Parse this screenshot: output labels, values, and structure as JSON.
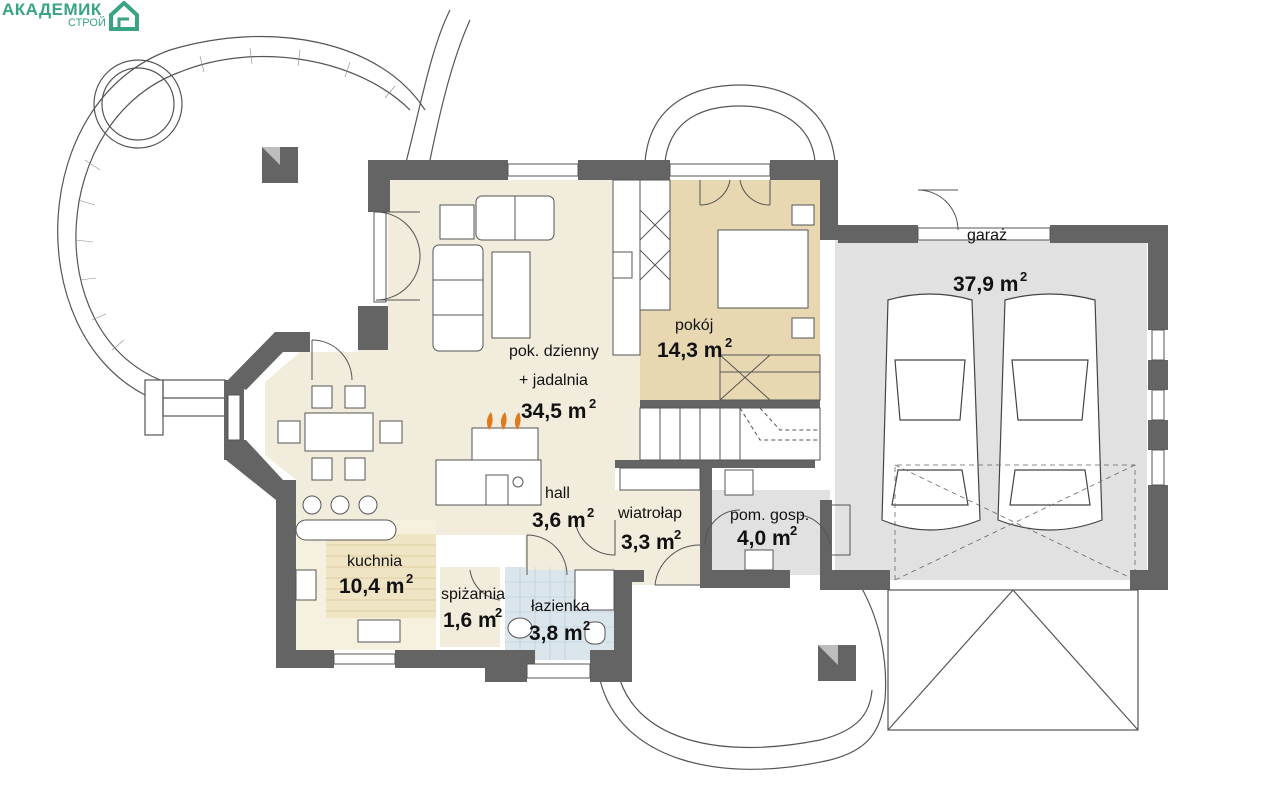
{
  "logo": {
    "main": "АКАДЕМИК",
    "sub": "СТРОЙ"
  },
  "rooms": {
    "living": {
      "name1": "pok. dzienny",
      "name2": "+ jadalnia",
      "area": "34,5 m",
      "sup": "2"
    },
    "pokoj": {
      "name": "pokój",
      "area": "14,3 m",
      "sup": "2"
    },
    "garaz": {
      "name": "garaż",
      "area": "37,9 m",
      "sup": "2"
    },
    "hall": {
      "name": "hall",
      "area": "3,6 m",
      "sup": "2"
    },
    "wiatrolap": {
      "name": "wiatrołap",
      "area": "3,3 m",
      "sup": "2"
    },
    "pomgosp": {
      "name": "pom. gosp.",
      "area": "4,0 m",
      "sup": "2"
    },
    "kuchnia": {
      "name": "kuchnia",
      "area": "10,4 m",
      "sup": "2"
    },
    "spizarnia": {
      "name": "spiżarnia",
      "area": "1,6 m",
      "sup": "2"
    },
    "lazienka": {
      "name": "łazienka",
      "area": "3,8 m",
      "sup": "2"
    }
  },
  "colors": {
    "wall": "#646464",
    "living_floor": "#f1ecdc",
    "pokoj_floor": "#e8d8b2",
    "garage_floor": "#e1e1e1",
    "bath_floor": "#dbe6ec",
    "kitchen_floor": "#f3ecd6",
    "logo": "#3aa383"
  }
}
